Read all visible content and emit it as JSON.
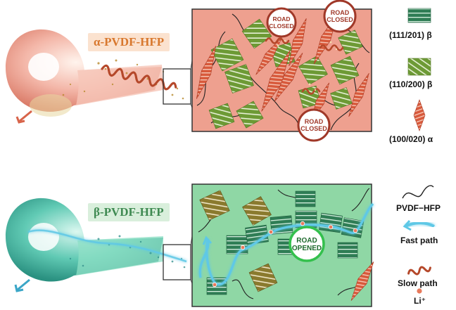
{
  "labels": {
    "alpha": "α-PVDF-HFP",
    "beta": "β-PVDF-HFP"
  },
  "signs": {
    "road_closed_line1": "ROAD",
    "road_closed_line2": "CLOSED",
    "road_opened_line1": "ROAD",
    "road_opened_line2": "OPENED"
  },
  "legend": {
    "beta_111": "(111/201) β",
    "beta_110": "(110/200) β",
    "alpha_100": "(100/020) α",
    "polymer": "PVDF−HFP",
    "fast_path": "Fast path",
    "slow_path": "Slow path",
    "li_ion": "Li⁺"
  },
  "colors": {
    "alpha_panel": "#eea08f",
    "beta_panel": "#8fd7a5",
    "dark_green": "#2f7d55",
    "olive": "#6d9a35",
    "red_crystal": "#d85a3c",
    "fast_path": "#5ec8e6",
    "slow_path": "#b5482a"
  }
}
